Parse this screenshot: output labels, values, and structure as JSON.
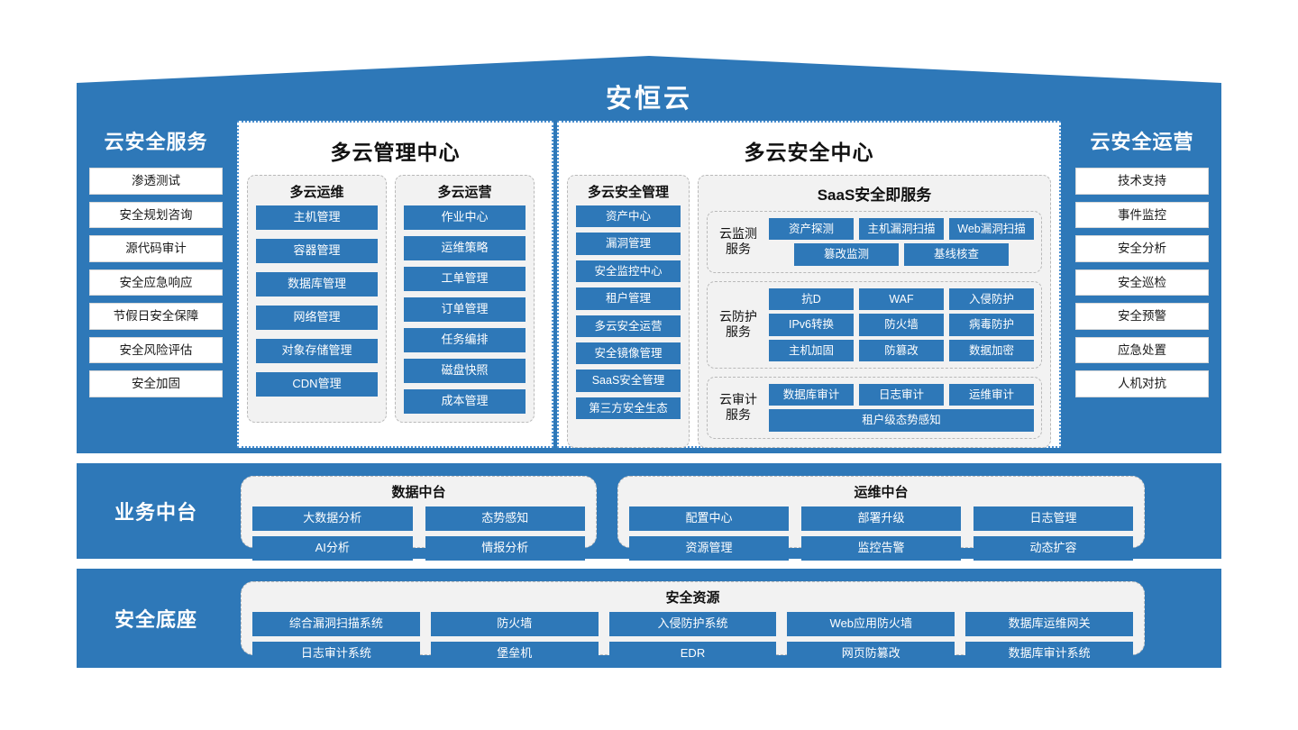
{
  "roof": {
    "title": "安恒云"
  },
  "pillars": {
    "left": {
      "title": "云安全服务",
      "items": [
        "渗透测试",
        "安全规划咨询",
        "源代码审计",
        "安全应急响应",
        "节假日安全保障",
        "安全风险评估",
        "安全加固"
      ]
    },
    "right": {
      "title": "云安全运营",
      "items": [
        "技术支持",
        "事件监控",
        "安全分析",
        "安全巡检",
        "安全预警",
        "应急处置",
        "人机对抗"
      ]
    }
  },
  "multicloud_management": {
    "title": "多云管理中心",
    "groups": [
      {
        "title": "多云运维",
        "items": [
          "主机管理",
          "容器管理",
          "数据库管理",
          "网络管理",
          "对象存储管理",
          "CDN管理"
        ]
      },
      {
        "title": "多云运营",
        "items": [
          "作业中心",
          "运维策略",
          "工单管理",
          "订单管理",
          "任务编排",
          "磁盘快照",
          "成本管理"
        ]
      }
    ]
  },
  "multicloud_security": {
    "title": "多云安全中心",
    "management": {
      "title": "多云安全管理",
      "items": [
        "资产中心",
        "漏洞管理",
        "安全监控中心",
        "租户管理",
        "多云安全运营",
        "安全镜像管理",
        "SaaS安全管理",
        "第三方安全生态"
      ]
    },
    "saas": {
      "title": "SaaS安全即服务",
      "groups": [
        {
          "label": "云监测\n服务",
          "rows": [
            [
              "资产探测",
              "主机漏洞扫描",
              "Web漏洞扫描"
            ],
            [
              "篡改监测",
              "基线核查"
            ]
          ]
        },
        {
          "label": "云防护\n服务",
          "rows": [
            [
              "抗D",
              "WAF",
              "入侵防护"
            ],
            [
              "IPv6转换",
              "防火墙",
              "病毒防护"
            ],
            [
              "主机加固",
              "防篡改",
              "数据加密"
            ]
          ]
        },
        {
          "label": "云审计\n服务",
          "rows": [
            [
              "数据库审计",
              "日志审计",
              "运维审计"
            ],
            [
              "租户级态势感知"
            ]
          ]
        }
      ]
    }
  },
  "business_middle": {
    "label": "业务中台",
    "cards": [
      {
        "title": "数据中台",
        "columns": [
          [
            "大数据分析",
            "AI分析"
          ],
          [
            "态势感知",
            "情报分析"
          ]
        ]
      },
      {
        "title": "运维中台",
        "columns": [
          [
            "配置中心",
            "资源管理"
          ],
          [
            "部署升级",
            "监控告警"
          ],
          [
            "日志管理",
            "动态扩容"
          ]
        ]
      }
    ]
  },
  "security_base": {
    "label": "安全底座",
    "card": {
      "title": "安全资源",
      "columns": [
        [
          "综合漏洞扫描系统",
          "日志审计系统"
        ],
        [
          "防火墙",
          "堡垒机"
        ],
        [
          "入侵防护系统",
          "EDR"
        ],
        [
          "Web应用防火墙",
          "网页防篡改"
        ],
        [
          "数据库运维网关",
          "数据库审计系统"
        ]
      ]
    }
  },
  "colors": {
    "brand_blue": "#2E78B8",
    "card_grey": "#f2f2f2",
    "dotted_border_blue": "#4a8fd0",
    "white": "#ffffff"
  }
}
